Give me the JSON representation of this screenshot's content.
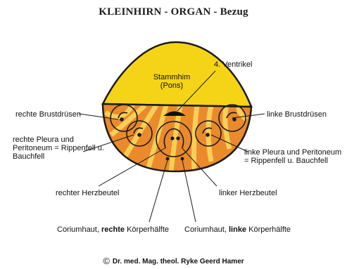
{
  "title": "KLEINHIRN - ORGAN - Bezug",
  "colors": {
    "yellow": "#f5d418",
    "orange": "#ea8a2c",
    "stripe": "#f7cf55",
    "dark": "#1a1a1a"
  },
  "labels": {
    "stammhirn_1": "Stammhim",
    "stammhirn_2": "(Pons)",
    "ventrikel": "4. Ventrikel",
    "rechte_brust": "rechte Brustdrüsen",
    "linke_brust": "linke Brustdrüsen",
    "rechte_pleura_1": "rechte Pleura und",
    "rechte_pleura_2": "Peritoneum = Rippenfell u.",
    "rechte_pleura_3": "Bauchfell",
    "linke_pleura_1": "linke Pleura und Peritoneum",
    "linke_pleura_2": "= Rippenfell u. Bauchfell",
    "rechter_herz": "rechter Herzbeutel",
    "linker_herz": "linker Herzbeutel",
    "corium_r_pre": "Coriumhaut, ",
    "corium_r_bold": "rechte",
    "corium_r_post": " Körperhälfte",
    "corium_l_pre": "Coriumhaut, ",
    "corium_l_bold": "linke",
    "corium_l_post": " Körperhälfte"
  },
  "footer": {
    "symbol": "©",
    "text": "Dr. med. Mag. theol. Ryke Geerd Hamer"
  }
}
